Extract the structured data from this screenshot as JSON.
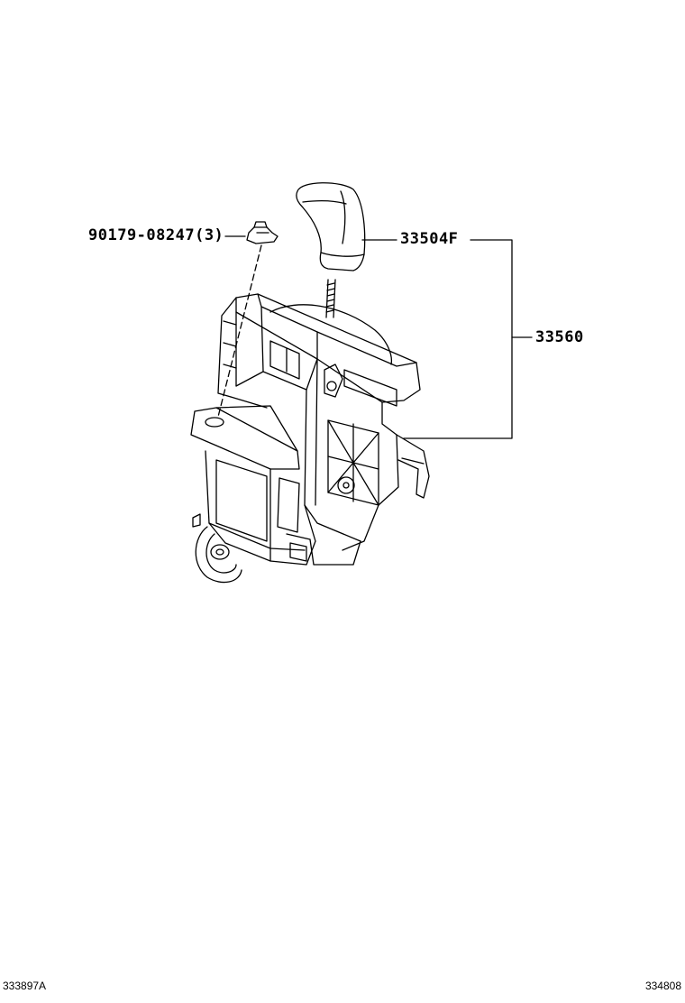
{
  "parts": {
    "clip": {
      "number": "90179-08247(3)"
    },
    "knob": {
      "number": "33504F"
    },
    "assembly": {
      "number": "33560"
    }
  },
  "footer": {
    "left_code": "333897A",
    "right_code": "334808"
  },
  "colors": {
    "line": "#000000",
    "background": "#ffffff"
  }
}
